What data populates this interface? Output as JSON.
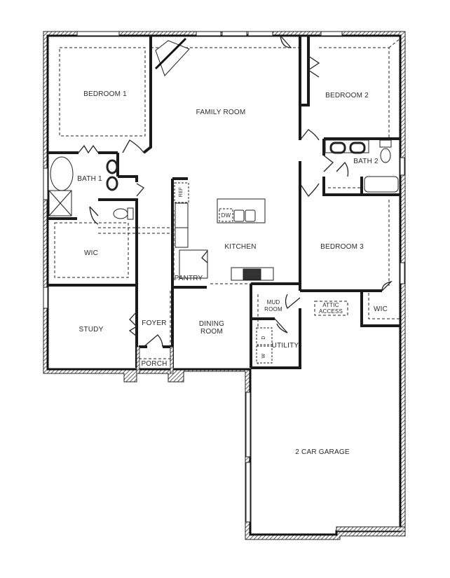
{
  "plan": {
    "type": "floor plan",
    "rooms": {
      "bedroom1": "BEDROOM 1",
      "family_room": "FAMILY ROOM",
      "bedroom2": "BEDROOM 2",
      "bath1": "BATH 1",
      "bath2": "BATH 2",
      "kitchen": "KITCHEN",
      "wic_master": "WIC",
      "bedroom3": "BEDROOM 3",
      "pantry": "PANTRY",
      "mud_room_1": "MUD",
      "mud_room_2": "ROOM",
      "study": "STUDY",
      "foyer": "FOYER",
      "dining_1": "DINING",
      "dining_2": "ROOM",
      "utility": "UTILITY",
      "wic_bed3": "WIC",
      "porch": "PORCH",
      "garage": "2 CAR GARAGE"
    },
    "fixtures": {
      "refrigerator": "REF",
      "dishwasher": "DW",
      "attic_1": "ATTIC",
      "attic_2": "ACCESS",
      "dryer": "D",
      "washer": "W"
    },
    "colors": {
      "wall": "#1a1a1a",
      "background": "#ffffff",
      "text": "#2a2a2a"
    }
  }
}
